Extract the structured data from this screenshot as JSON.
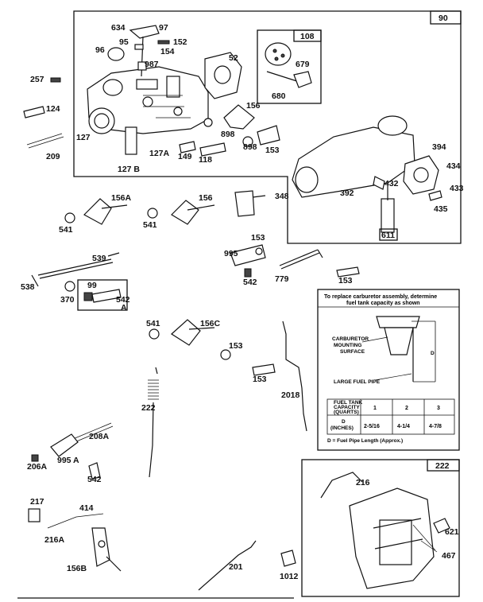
{
  "boxes": {
    "main_group": "90",
    "sub_group_108": "108",
    "lower_group": "222"
  },
  "parts": {
    "p634": "634",
    "p97": "97",
    "p152": "152",
    "p154": "154",
    "p95": "95",
    "p96": "96",
    "p987": "987",
    "p52": "52",
    "p679": "679",
    "p680": "680",
    "p257": "257",
    "p124": "124",
    "p209": "209",
    "p127": "127",
    "p127A": "127A",
    "p127B": "127 B",
    "p149": "149",
    "p118": "118",
    "p156": "156",
    "p898a": "898",
    "p898b": "898",
    "p153a": "153",
    "p394": "394",
    "p434": "434",
    "p433": "433",
    "p435": "435",
    "p432": "432",
    "p392": "392",
    "p611": "611",
    "p156A": "156A",
    "p541a": "541",
    "p156b": "156",
    "p541b": "541",
    "p348": "348",
    "p539": "539",
    "p538": "538",
    "p99": "99",
    "p370": "370",
    "p542A": "542",
    "p542A_suffix": "A",
    "p995": "995",
    "p153b": "153",
    "p542b": "542",
    "p779": "779",
    "p153c": "153",
    "p541c": "541",
    "p156C": "156C",
    "p153d": "153",
    "p153e": "153",
    "p2018": "2018",
    "p222": "222",
    "p208A": "208A",
    "p206A": "206A",
    "p995A": "995 A",
    "p542c": "542",
    "p217": "217",
    "p414": "414",
    "p216A": "216A",
    "p156B": "156B",
    "p201": "201",
    "p1012": "1012",
    "p216": "216",
    "p621": "621",
    "p467": "467"
  },
  "note": {
    "title_line1": "To replace carburetor assembly, determine",
    "title_line2": "fuel tank capacity as shown",
    "mount_line1": "CARBURETOR",
    "mount_line2": "MOUNTING",
    "mount_line3": "SURFACE",
    "fuel_pipe": "LARGE FUEL PIPE",
    "dim": "D",
    "table_header_label_1": "FUEL TANK",
    "table_header_label_2": "CAPACITY",
    "table_header_label_3": "(QUARTS)",
    "table_cols": [
      "1",
      "2",
      "3"
    ],
    "row_label_1": "D",
    "row_label_2": "(INCHES)",
    "row_values": [
      "2-5/16",
      "4-1/4",
      "4-7/8"
    ],
    "footnote": "D = Fuel Pipe Length (Approx.)"
  }
}
